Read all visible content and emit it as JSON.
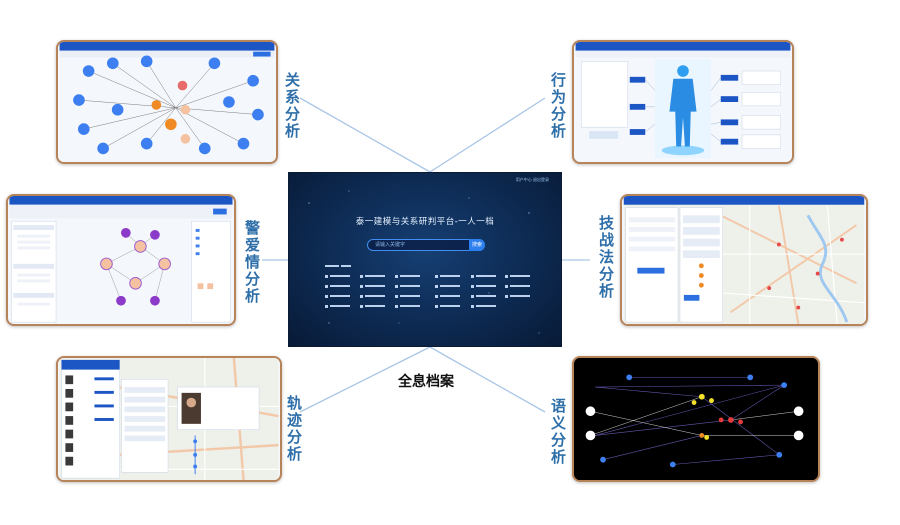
{
  "center": {
    "title": "泰一建模与关系研判平台-一人一档",
    "search_placeholder": "请输入关键字",
    "search_button": "搜索",
    "header_text": "用户中心  退出登录"
  },
  "bottom_label": "全息档案",
  "modules": [
    {
      "id": "relation",
      "label": "关系分析"
    },
    {
      "id": "behavior",
      "label": "行为分析"
    },
    {
      "id": "police",
      "label": "警爱情分析"
    },
    {
      "id": "tactics",
      "label": "技战法分析"
    },
    {
      "id": "trajectory",
      "label": "轨迹分析"
    },
    {
      "id": "semantic",
      "label": "语义分析"
    }
  ],
  "colors": {
    "frame": "#b7845a",
    "label": "#2f6fa9",
    "connector": "#a9c6e6",
    "center_bg": "#0d2a52"
  }
}
